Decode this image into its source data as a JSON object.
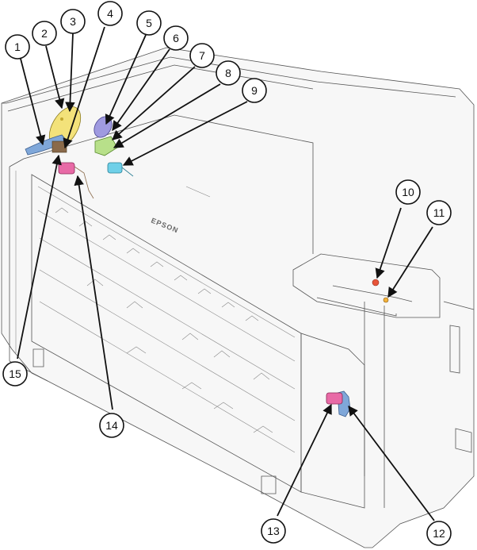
{
  "diagram": {
    "brand_text": "EPSON",
    "callouts": [
      {
        "id": "1",
        "label": "1"
      },
      {
        "id": "2",
        "label": "2"
      },
      {
        "id": "3",
        "label": "3"
      },
      {
        "id": "4",
        "label": "4"
      },
      {
        "id": "5",
        "label": "5"
      },
      {
        "id": "6",
        "label": "6"
      },
      {
        "id": "7",
        "label": "7"
      },
      {
        "id": "8",
        "label": "8"
      },
      {
        "id": "9",
        "label": "9"
      },
      {
        "id": "10",
        "label": "10"
      },
      {
        "id": "11",
        "label": "11"
      },
      {
        "id": "12",
        "label": "12"
      },
      {
        "id": "13",
        "label": "13"
      },
      {
        "id": "14",
        "label": "14"
      },
      {
        "id": "15",
        "label": "15"
      }
    ],
    "colors": {
      "part_yellow": "#f3e27a",
      "part_blue": "#7fa7d9",
      "part_lavender": "#9f9ae0",
      "part_green": "#b8e08a",
      "part_cyan": "#6fd0e8",
      "part_pink": "#e86aa6",
      "part_red": "#e8553a",
      "part_orange": "#f3b23a",
      "part_brown": "#8a6a4a"
    }
  }
}
